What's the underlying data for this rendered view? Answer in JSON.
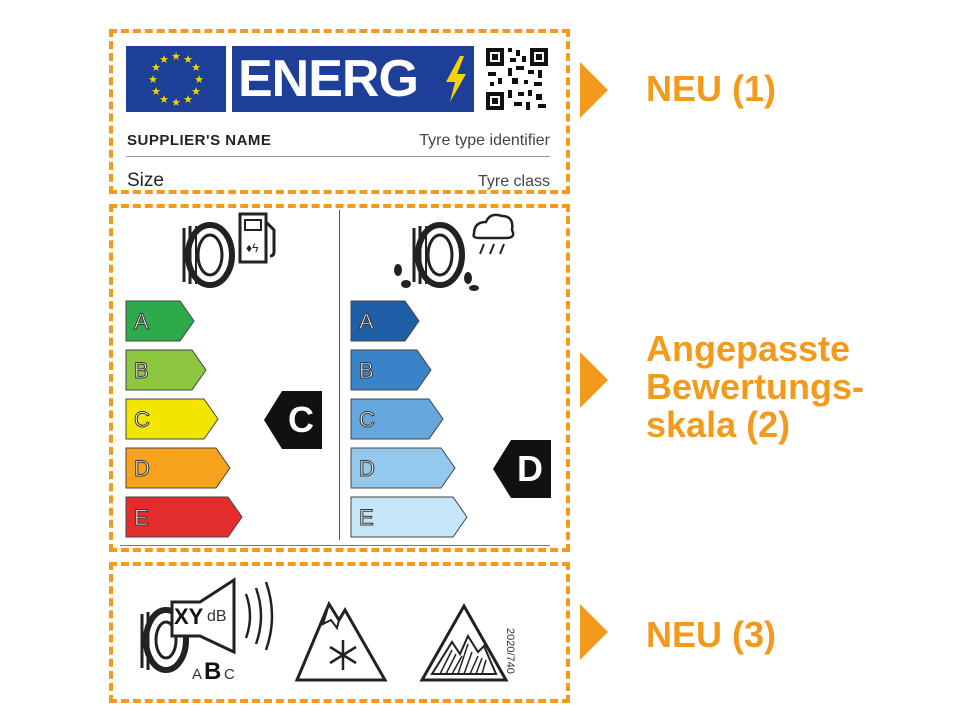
{
  "header": {
    "logo_text": "ENERG",
    "supplier": "SUPPLIER'S NAME",
    "tyre_type": "Tyre type identifier",
    "size": "Size",
    "tyre_class": "Tyre class"
  },
  "fuel": {
    "classes": [
      "A",
      "B",
      "C",
      "D",
      "E"
    ],
    "colors": [
      "#2eaa4a",
      "#8dc63f",
      "#f2e600",
      "#f7a21b",
      "#e32d2d"
    ],
    "rating": "C"
  },
  "wet": {
    "classes": [
      "A",
      "B",
      "C",
      "D",
      "E"
    ],
    "colors": [
      "#1f5fa8",
      "#3a83c9",
      "#65a6dc",
      "#94c8ec",
      "#c4e6f8"
    ],
    "rating": "D"
  },
  "noise": {
    "value": "XY",
    "unit": "dB",
    "classes": [
      "A",
      "B",
      "C"
    ]
  },
  "regulation": "2020/740",
  "callouts": {
    "new1": "NEU (1)",
    "scale_line1": "Angepasste",
    "scale_line2": "Bewertungs-",
    "scale_line3": "skala (2)",
    "new3": "NEU (3)"
  }
}
